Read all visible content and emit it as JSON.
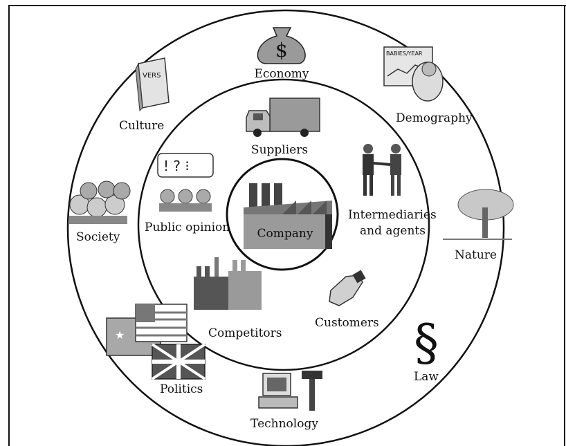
{
  "rings": {
    "center": "Company",
    "inner": [
      "Suppliers",
      "Intermediaries",
      "and agents",
      "Customers",
      "Competitors",
      "Public opinion"
    ],
    "outer": [
      "Economy",
      "Demography",
      "Nature",
      "Law",
      "Technology",
      "Politics",
      "Society",
      "Culture"
    ]
  },
  "labels": {
    "company": "Company",
    "suppliers": "Suppliers",
    "intermediaries_line1": "Intermediaries",
    "intermediaries_line2": "and agents",
    "customers": "Customers",
    "competitors": "Competitors",
    "public_opinion": "Public opinion",
    "economy": "Economy",
    "demography": "Demography",
    "nature": "Nature",
    "law": "Law",
    "technology": "Technology",
    "politics": "Politics",
    "society": "Society",
    "culture": "Culture"
  },
  "icon_text": {
    "money_bag": "$",
    "book": "VERS",
    "chart": "BABIES/YEAR",
    "law_symbol": "§"
  },
  "icons": [
    "money-bag-icon",
    "book-icon",
    "chart-baby-icon",
    "truck-icon",
    "handshake-icon",
    "tree-icon",
    "section-sign-icon",
    "computer-icon",
    "hammer-icon",
    "flags-icon",
    "crowd-icon",
    "speech-bubbles-icon",
    "factory-icon",
    "competitor-factories-icon",
    "hand-icon"
  ],
  "colors": {
    "line": "#111111",
    "icon_gray": "#8a8a8a",
    "icon_dark": "#2e2e2e"
  }
}
